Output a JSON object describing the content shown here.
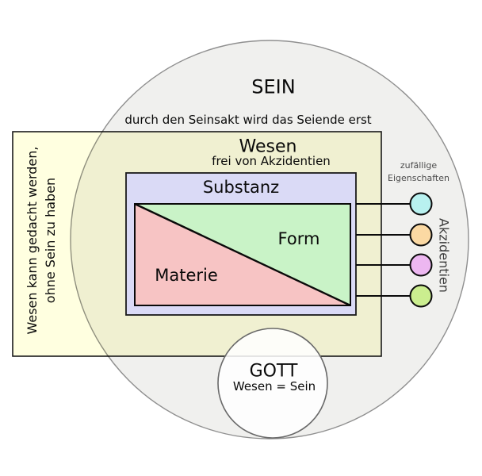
{
  "sein": {
    "label": "SEIN",
    "caption": "durch den Seinsakt wird das Seiende erst",
    "fill": "#f0f0ee",
    "stroke": "#8f8f8f"
  },
  "wesen": {
    "label": "Wesen",
    "subtitle": "frei von Akzidentien",
    "note_line1": "Wesen kann gedacht werden,",
    "note_line2": "ohne Sein zu haben",
    "fill": "#ffffe0"
  },
  "substanz": {
    "label": "Substanz",
    "fill": "#dadaf6"
  },
  "form": {
    "label": "Form",
    "fill": "#c9f3c7"
  },
  "materie": {
    "label": "Materie",
    "fill": "#f7c4c4"
  },
  "gott": {
    "label": "GOTT",
    "subtitle": "Wesen = Sein",
    "fill": "#ffffff",
    "stroke": "#696969"
  },
  "akzidentien": {
    "caption_line1": "zufällige",
    "caption_line2": "Eigenschaften",
    "label": "Akzidentien",
    "dots": [
      {
        "name": "dot-cyan",
        "color": "#b8f1ef"
      },
      {
        "name": "dot-peach",
        "color": "#fbd9a3"
      },
      {
        "name": "dot-violet",
        "color": "#edb7f1"
      },
      {
        "name": "dot-lime",
        "color": "#cbee8f"
      }
    ]
  }
}
